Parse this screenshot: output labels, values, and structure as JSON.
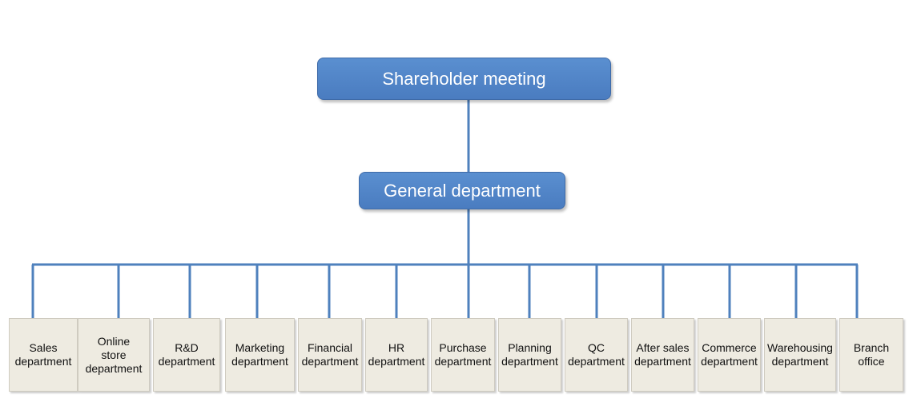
{
  "diagram": {
    "root": {
      "label": "Shareholder meeting"
    },
    "general": {
      "label": "General department"
    },
    "departments": [
      {
        "label": "Sales\ndepartment"
      },
      {
        "label": "Online\nstore\ndepartment"
      },
      {
        "label": "R&D\ndepartment"
      },
      {
        "label": "Marketing\ndepartment"
      },
      {
        "label": "Financial\ndepartment"
      },
      {
        "label": "HR\ndepartment"
      },
      {
        "label": "Purchase\ndepartment"
      },
      {
        "label": "Planning\ndepartment"
      },
      {
        "label": "QC\ndepartment"
      },
      {
        "label": "After sales\ndepartment"
      },
      {
        "label": "Commerce\ndepartment"
      },
      {
        "label": "Warehousing\ndepartment"
      },
      {
        "label": "Branch\noffice"
      }
    ],
    "colors": {
      "node_fill": "#4f81bd",
      "connector": "#4f81bd",
      "dept_fill": "#eeebe1",
      "node_text": "#ffffff",
      "dept_text": "#111111"
    }
  }
}
